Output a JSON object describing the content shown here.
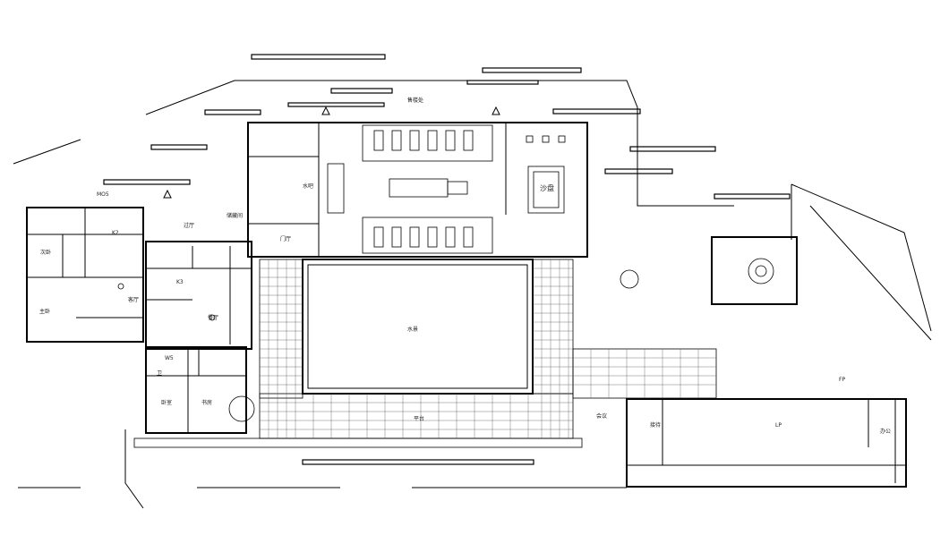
{
  "labels": {
    "sales_hall_top": "售楼处",
    "mo5": "MO5",
    "corridor": "过厅",
    "storage": "储藏间",
    "entrance": "门厅",
    "sand_table": "沙盘",
    "water_bar": "水吧",
    "pool": "水景",
    "deck": "平台",
    "k2": "K2",
    "k3": "K3",
    "w5": "W5",
    "r1": "主卧",
    "r2": "次卧",
    "r3": "客厅",
    "r4": "餐厅",
    "r5": "卫",
    "r6": "卧室",
    "r7": "书房",
    "lp": "LP",
    "ff": "接待",
    "fp": "FP",
    "side_a": "会议",
    "side_b": "办公"
  }
}
